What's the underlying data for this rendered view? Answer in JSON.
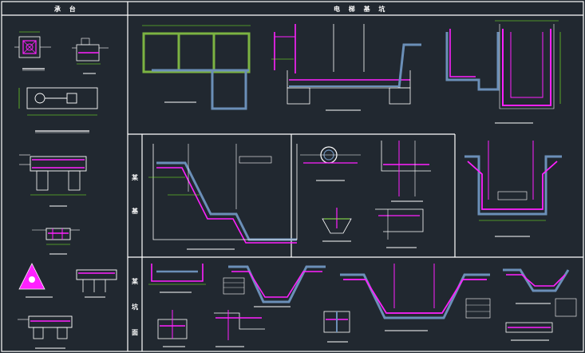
{
  "sheet": {
    "left_header": "承 台",
    "right_header": "电 梯 基 坑",
    "side_labels": [
      "某",
      "基",
      "某",
      "坑",
      "面"
    ]
  },
  "colors": {
    "background": "#212830",
    "frame": "#ffffff",
    "rebar": "#ff20ff",
    "concrete": "#6b8fb8",
    "dimension": "#80ff20",
    "annotation": "#ffffff",
    "pit_fill": "#7cb342"
  }
}
